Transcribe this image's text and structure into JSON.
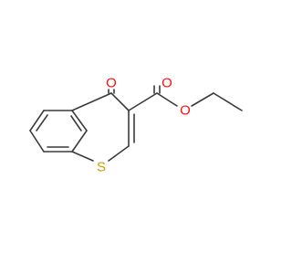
{
  "molecule": {
    "atoms": {
      "ketone_oxygen": "O",
      "ester_carbonyl_oxygen": "O",
      "ester_ether_oxygen": "O",
      "ring_sulfur": "S"
    }
  },
  "colors": {
    "bond": "#3b3b3b",
    "oxygen": "#ff0d0d",
    "sulfur": "#c8a000",
    "background": "#ffffff"
  }
}
